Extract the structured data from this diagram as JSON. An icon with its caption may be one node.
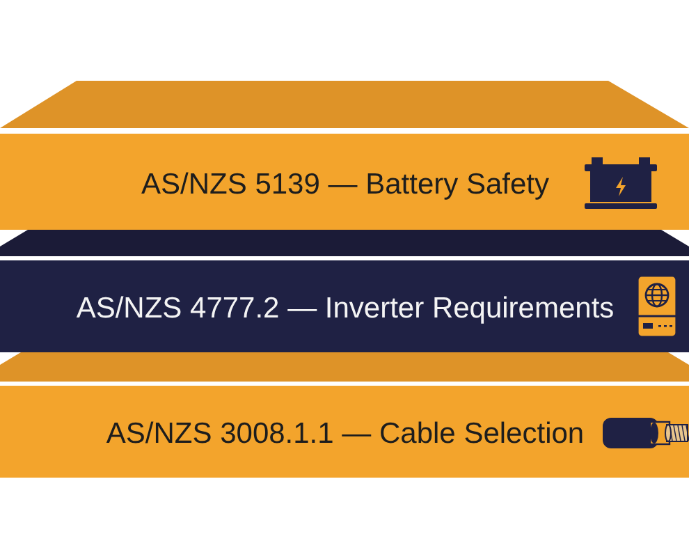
{
  "diagram": {
    "nodes": [
      {
        "text": [
          "AS/NZS 5139 — Battery Safety"
        ]
      },
      {
        "text": [
          "AS/NZS 4777.2 — Inverter Requirements"
        ]
      },
      {
        "text": [
          "AS/NZS 3008.1.1 — Cable Selection"
        ]
      }
    ]
  }
}
